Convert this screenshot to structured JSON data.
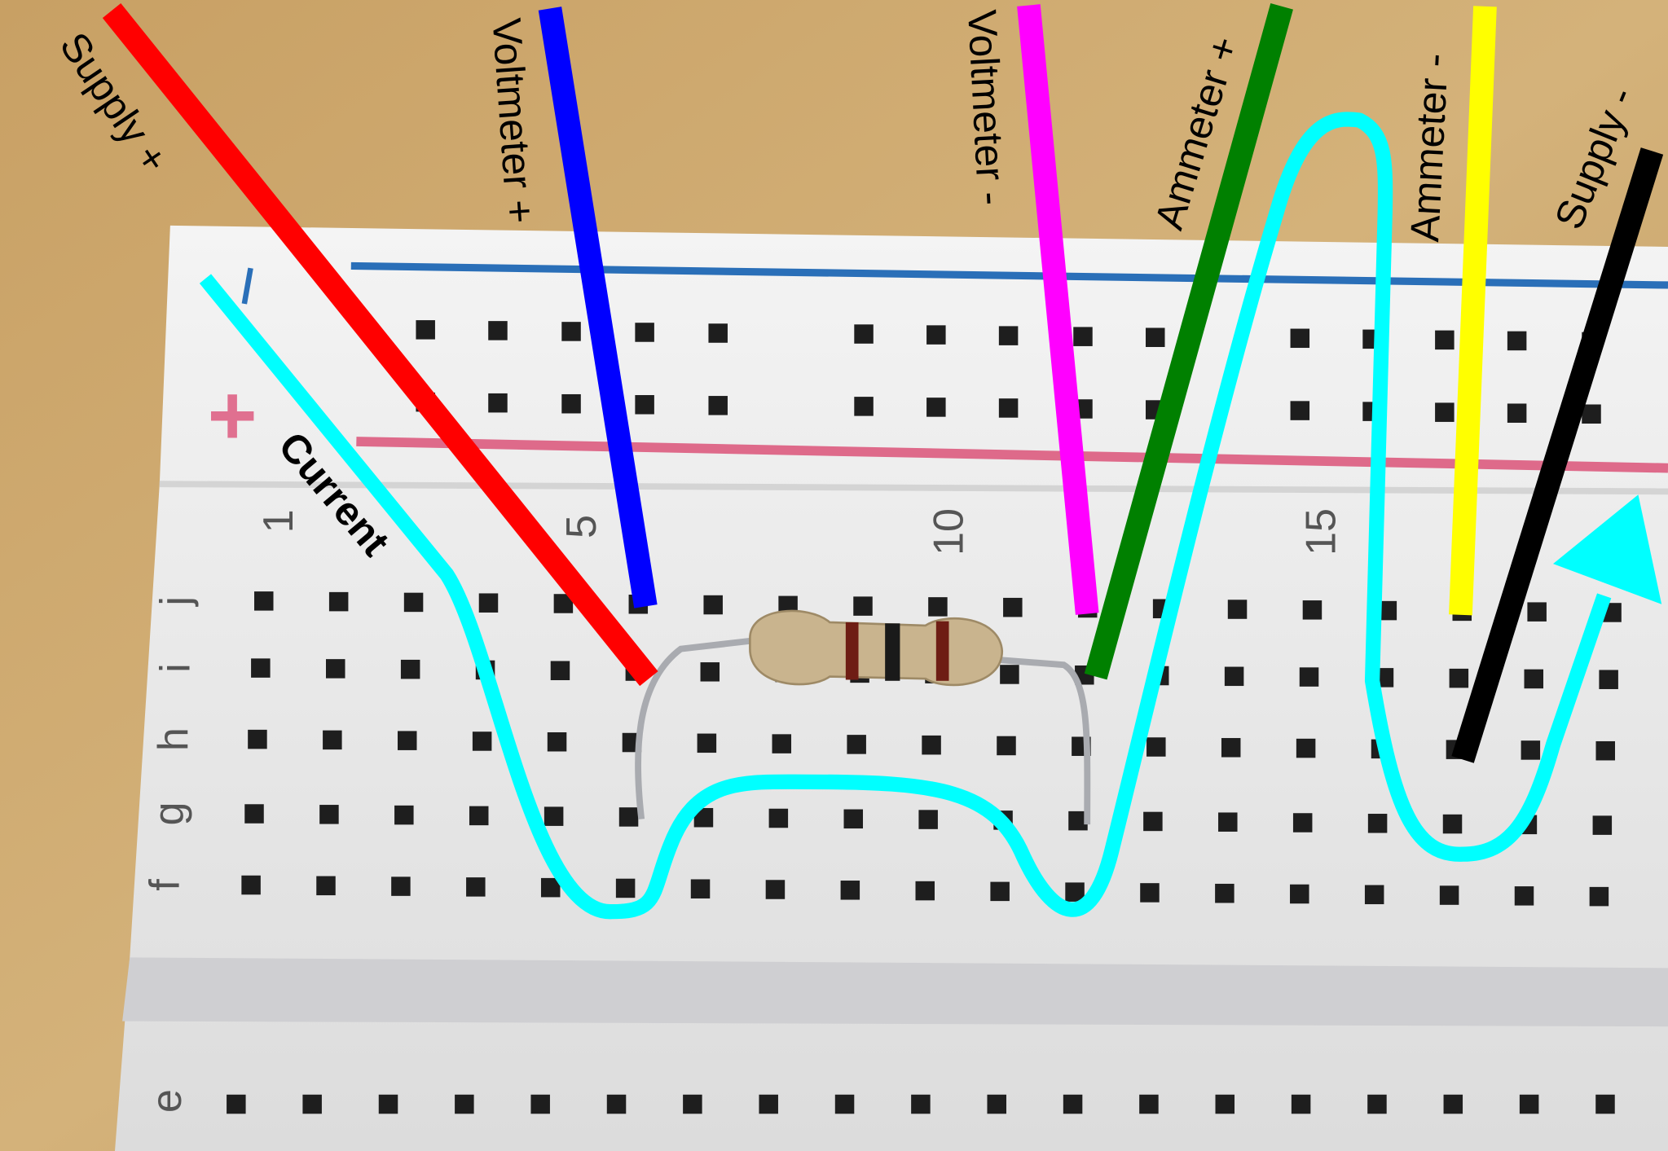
{
  "labels": {
    "supply_pos": "Supply +",
    "voltmeter_pos": "Voltmeter +",
    "voltmeter_neg": "Voltmeter -",
    "ammeter_pos": "Ammeter +",
    "ammeter_neg": "Ammeter -",
    "supply_neg": "Supply -",
    "current": "Current"
  },
  "breadboard": {
    "rail_neg_mark": "−",
    "rail_pos_mark": "+",
    "rows": [
      "j",
      "i",
      "h",
      "g",
      "f"
    ],
    "lower_row": "e",
    "column_numbers": [
      "1",
      "5",
      "10",
      "15"
    ]
  },
  "colors": {
    "supply_pos": "#ff0000",
    "voltmeter_pos": "#0000ff",
    "voltmeter_neg": "#ff00ff",
    "ammeter_pos": "#008000",
    "ammeter_neg": "#ffff00",
    "supply_neg": "#000000",
    "current": "#00ffff"
  }
}
